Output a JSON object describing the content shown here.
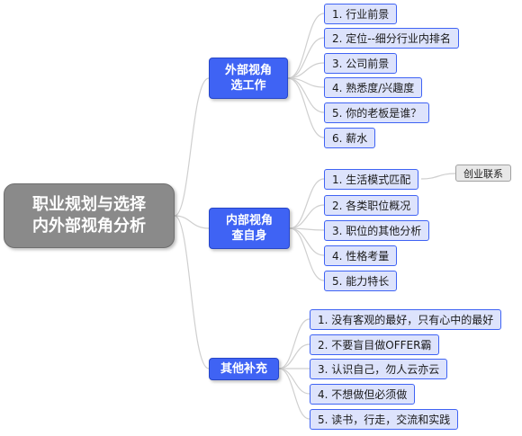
{
  "root": {
    "label": "职业规划与选择\n内外部视角分析"
  },
  "branches": [
    {
      "label": "外部视角\n选工作",
      "items": [
        "1. 行业前景",
        "2. 定位--细分行业内排名",
        "3. 公司前景",
        "4. 熟悉度/兴趣度",
        "5. 你的老板是谁？",
        "6. 薪水"
      ]
    },
    {
      "label": "内部视角\n查自身",
      "items": [
        "1. 生活模式匹配",
        "2. 各类职位概况",
        "3. 职位的其他分析",
        "4. 性格考量",
        "5. 能力特长"
      ]
    },
    {
      "label": "其他补充",
      "items": [
        "1. 没有客观的最好，只有心中的最好",
        "2. 不要盲目做OFFER霸",
        "3. 认识自己，勿人云亦云",
        "4. 不想做但必须做",
        "5. 读书，行走，交流和实践"
      ]
    }
  ],
  "extra": {
    "attached_to": "1. 生活模式匹配",
    "label": "创业联系"
  },
  "colors": {
    "root_fill": "#8a8a8a",
    "branch_fill": "#3f63f4",
    "leaf_fill": "#dde3fc",
    "leaf_border": "#3f63f4",
    "connector": "#cfcfcf"
  }
}
